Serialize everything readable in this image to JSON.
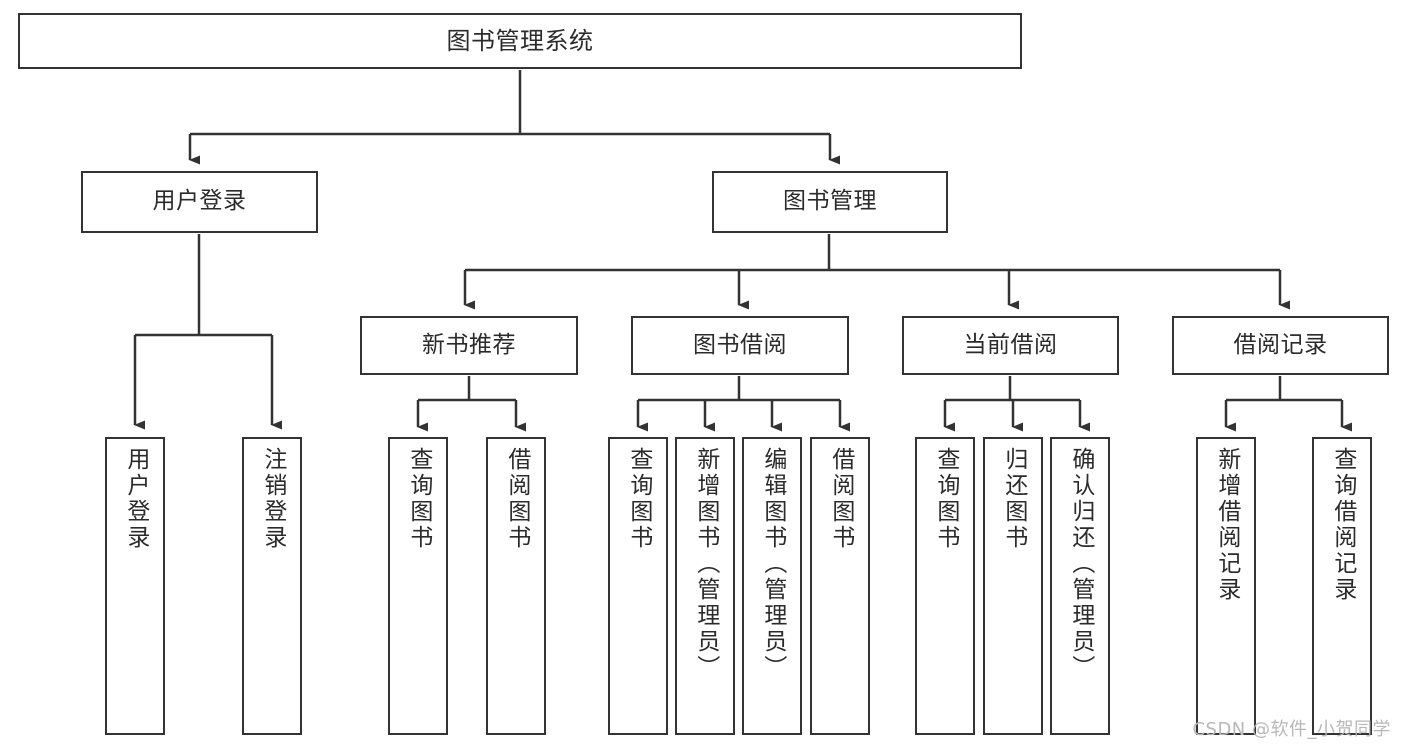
{
  "diagram": {
    "title": "图书管理系统",
    "watermark": "CSDN @软件_小贺同学",
    "colors": {
      "stroke": "#333333",
      "fill": "#ffffff",
      "text": "#2b2b2b",
      "watermark": "#b8b8b8"
    },
    "root": {
      "label": "图书管理系统"
    },
    "level2": [
      {
        "label": "用户登录"
      },
      {
        "label": "图书管理"
      }
    ],
    "level3": [
      {
        "label": "新书推荐"
      },
      {
        "label": "图书借阅"
      },
      {
        "label": "当前借阅"
      },
      {
        "label": "借阅记录"
      }
    ],
    "leaves": {
      "user_login": [
        {
          "label": "用户登录"
        },
        {
          "label": "注销登录"
        }
      ],
      "new_book_rec": [
        {
          "label": "查询图书"
        },
        {
          "label": "借阅图书"
        }
      ],
      "book_borrow": [
        {
          "label": "查询图书"
        },
        {
          "label": "新增图书（管理员）"
        },
        {
          "label": "编辑图书（管理员）"
        },
        {
          "label": "借阅图书"
        }
      ],
      "current_borrow": [
        {
          "label": "查询图书"
        },
        {
          "label": "归还图书"
        },
        {
          "label": "确认归还（管理员）"
        }
      ],
      "borrow_record": [
        {
          "label": "新增借阅记录"
        },
        {
          "label": "查询借阅记录"
        }
      ]
    }
  }
}
